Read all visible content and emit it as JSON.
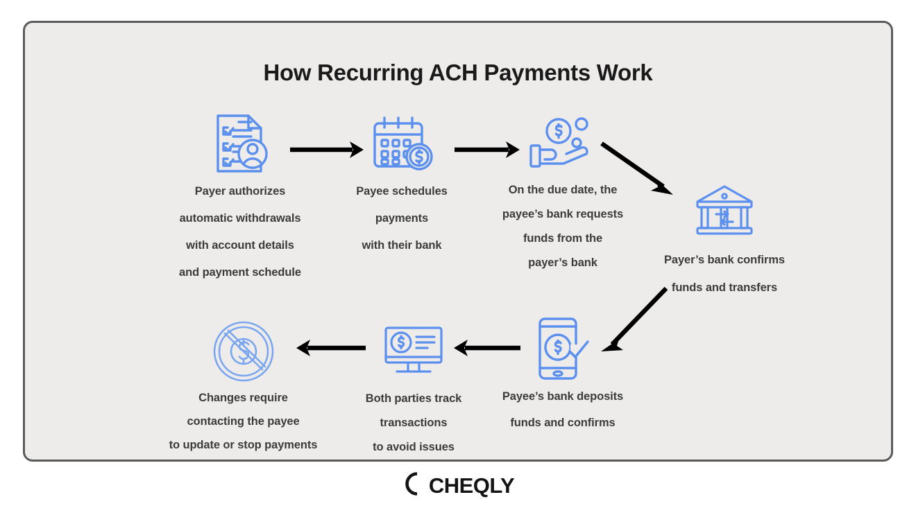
{
  "meta": {
    "background_color": "#ffffff",
    "card_background": "#eeecea",
    "card_border_color": "#5a5a5a",
    "icon_color": "#5b90ee",
    "text_color": "#3b3b3b",
    "title_color": "#1a1a1a",
    "arrow_color": "#000000"
  },
  "title": "How Recurring ACH Payments Work",
  "steps": [
    {
      "id": "step-1",
      "icon": "document-checklist-person-icon",
      "caption": "Payer authorizes\nautomatic withdrawals\nwith account details\nand payment schedule"
    },
    {
      "id": "step-2",
      "icon": "calendar-dollar-icon",
      "caption": "Payee schedules\npayments\nwith their bank"
    },
    {
      "id": "step-3",
      "icon": "hand-coins-icon",
      "caption": "On the due date, the\npayee’s bank requests\nfunds from the\npayer’s bank"
    },
    {
      "id": "step-4",
      "icon": "bank-transfer-icon",
      "caption": "Payer’s bank confirms\nfunds and transfers"
    },
    {
      "id": "step-5",
      "icon": "mobile-payment-check-icon",
      "caption": "Payee’s bank deposits\nfunds and confirms"
    },
    {
      "id": "step-6",
      "icon": "monitor-transaction-icon",
      "caption": "Both parties track\ntransactions\nto avoid issues"
    },
    {
      "id": "step-7",
      "icon": "no-payment-prohibited-icon",
      "caption": "Changes require\ncontacting the payee\nto update or stop payments"
    }
  ],
  "arrows": [
    {
      "id": "arrow-1",
      "direction": "right",
      "from": "step-1",
      "to": "step-2"
    },
    {
      "id": "arrow-2",
      "direction": "right",
      "from": "step-2",
      "to": "step-3"
    },
    {
      "id": "arrow-3",
      "direction": "down-right",
      "from": "step-3",
      "to": "step-4"
    },
    {
      "id": "arrow-4",
      "direction": "down-left",
      "from": "step-4",
      "to": "step-5"
    },
    {
      "id": "arrow-5",
      "direction": "left",
      "from": "step-5",
      "to": "step-6"
    },
    {
      "id": "arrow-6",
      "direction": "left",
      "from": "step-6",
      "to": "step-7"
    }
  ],
  "logo": {
    "mark": "cheqly-double-c-icon",
    "text": "CHEQLY"
  }
}
